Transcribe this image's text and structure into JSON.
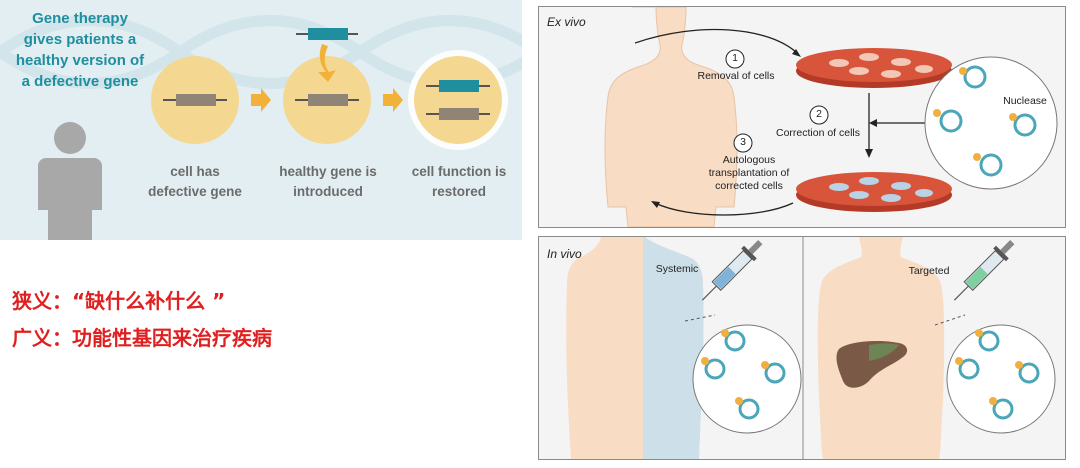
{
  "gene_therapy_panel": {
    "title": "Gene therapy gives patients a healthy version of a defective gene",
    "steps": [
      {
        "caption": "cell has defective gene"
      },
      {
        "caption": "healthy gene is introduced"
      },
      {
        "caption": "cell function is restored"
      }
    ],
    "colors": {
      "accent_teal": "#1f8fa0",
      "arrow_orange": "#f2b23a",
      "circle_fill": "#f4d891",
      "gene_gray": "#8f8476"
    }
  },
  "definitions": {
    "narrow": "狭义：“缺什么补什么 ”",
    "broad": "广义：功能性基因来治疗疾病"
  },
  "ex_vivo": {
    "title": "Ex vivo",
    "steps": [
      {
        "number": "1",
        "label": "Removal of cells"
      },
      {
        "number": "2",
        "label": "Correction of cells"
      },
      {
        "number": "3",
        "label": "Autologous transplantation of corrected cells"
      }
    ],
    "nuclease_label": "Nuclease"
  },
  "in_vivo": {
    "title": "In vivo",
    "systemic_label": "Systemic",
    "targeted_label": "Targeted"
  }
}
